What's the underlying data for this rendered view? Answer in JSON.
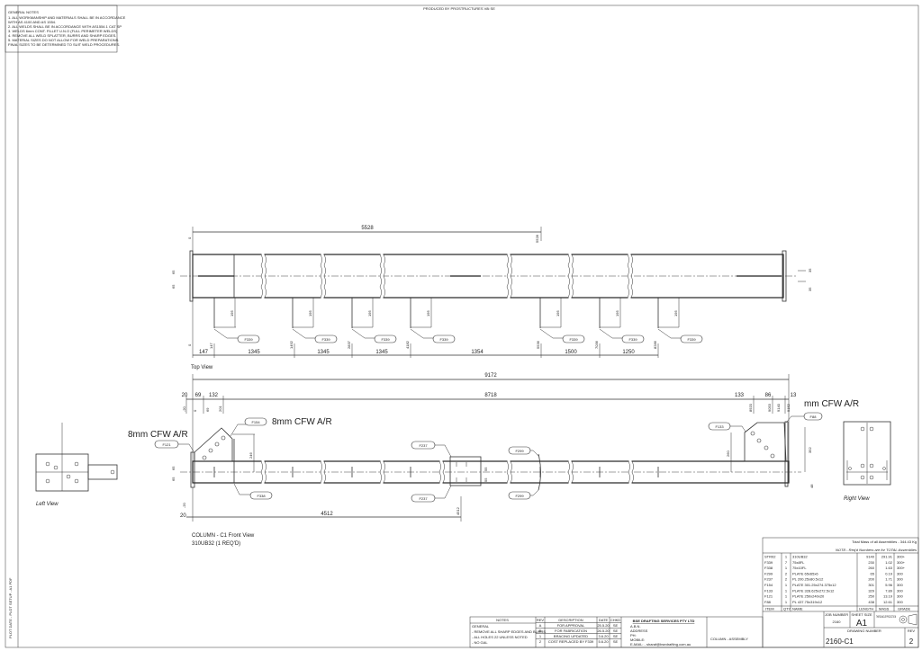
{
  "header": {
    "produced_by": "PRODUCED BY PROSTRUCTURES V8i SE"
  },
  "margin_text": "PLOT DATE - PLOT SETUP - A1 PDF",
  "general_notes": {
    "title": "GENERAL NOTES",
    "items": [
      "1.   ALL WORKMANSHIP AND MATERIALS SHALL BE IN ACCORDANCE",
      "      WITH AS 4100 AND AS 1554.",
      "2.   ALL WELDS SHALL BE IN ACCORDANCE WITH AS1554.1 CAT SP",
      "3.   WELDS 6mm CONT. FILLET U.N.O (FULL PERIMETER WELDS)",
      "4.   REMOVE ALL WELD SPLATTER, BURRS AND SHARP EDGES.",
      "5.   MATERIAL SIZES DO NOT ALLOW FOR WELD PREPARATIONS.",
      "      FINAL SIZES TO BE DETERMINED TO SUIT WELD PROCEDURES."
    ]
  },
  "top_view": {
    "label": "Top View",
    "overall": "5528",
    "overall_ord": "5528",
    "origin_ord": "0",
    "right_dims": [
      "35",
      "35"
    ],
    "left_dims": [
      "65",
      "65"
    ],
    "stiffener_height": "195",
    "part_mark": "F339",
    "ordinates": [
      "147",
      "1492",
      "2837",
      "4182",
      "5536",
      "7036",
      "8286"
    ],
    "spacings": [
      "147",
      "1345",
      "1345",
      "1345",
      "1354",
      "1500",
      "1250"
    ]
  },
  "front_view": {
    "title": "COLUMN - C1 Front View",
    "subtitle": "310UB32 (1 REQ'D)",
    "overall": "9172",
    "left_dims": [
      "20",
      "69",
      "132"
    ],
    "left_ords": [
      "-20",
      "0",
      "69",
      "201"
    ],
    "middle_dim": "8718",
    "right_dims": [
      "133",
      "86",
      "13"
    ],
    "right_ords": [
      "8920",
      "9053",
      "9140",
      "9152"
    ],
    "weld_left": "8mm CFW A/R",
    "weld_mid": "8mm CFW A/R",
    "weld_right": "mm CFW A/R",
    "parts": {
      "f121": "F121",
      "f154": "F154",
      "f338": "F338",
      "f237": "F237",
      "f299": "F299",
      "f133": "F133",
      "f88": "F88"
    },
    "dim_246": "246",
    "dim_260": "260",
    "dim_352": "352",
    "dim_48": "48",
    "splice_dims": [
      "55",
      "55"
    ],
    "web_dims": [
      "65",
      "65"
    ],
    "bottom_dims": [
      "20",
      "-20"
    ],
    "dim_4512": "4512",
    "ord_4512": "4512"
  },
  "left_view": {
    "label": "Left View"
  },
  "right_view": {
    "label": "Right View"
  },
  "bom": {
    "total_mass": "Total Mass of all Assemblies - 344.43 Kg",
    "note": "NOTE:- Req'd Numbers are for TOTAL Assemblies",
    "rows": [
      [
        "STR02",
        "1",
        "310UB32",
        "9140",
        "291.91",
        "300+"
      ],
      [
        "F339",
        "7",
        "75x8FL",
        "230",
        "1.02",
        "300+"
      ],
      [
        "F338",
        "1",
        "75x10FL",
        "260",
        "1.63",
        "300+"
      ],
      [
        "F299",
        "2",
        "PLATE 65x65x6",
        "65",
        "0.19",
        "300"
      ],
      [
        "F237",
        "2",
        "PL 200.25x80.5x12",
        "200",
        "1.71",
        "300"
      ],
      [
        "F154",
        "1",
        "PLATE 301.25x274.375x12",
        "301",
        "5.96",
        "300"
      ],
      [
        "F133",
        "1",
        "PLATE 328.625x272.5x12",
        "329",
        "7.89",
        "300"
      ],
      [
        "F121",
        "1",
        "PLATE 250x240x20",
        "250",
        "13.19",
        "300"
      ],
      [
        "F88",
        "1",
        "PL 437.75x319x12",
        "438",
        "12.61",
        "300"
      ]
    ],
    "headers": [
      "ITEM",
      "QTY",
      "NAME",
      "LENGTH",
      "MASS",
      "GRADE"
    ]
  },
  "title_block": {
    "job_number_label": "JOB NUMBER",
    "job_number": "2160",
    "sheet_size_label": "SHEET SIZE",
    "sheet_size": "A1",
    "projection_label": "THIRD ANGLE PROJECTION",
    "drawing_number_label": "DRAWING NUMBER",
    "drawing_number": "2160-C1",
    "rev_label": "REV",
    "rev": "2",
    "notes_title": "NOTES",
    "notes": [
      "GENERAL",
      "- REMOVE ALL SHARP EDGES AND BURRS",
      "- ALL HOLES 22 UNLESS NOTED",
      "- NO GAL"
    ],
    "rev_headers": [
      "REV",
      "DESCRIPTION",
      "DATE",
      "CHKD"
    ],
    "revisions": [
      [
        "A",
        "FOR APPROVAL",
        "25.5.20",
        "SE"
      ],
      [
        "B",
        "FOR FABRICATION",
        "26.5.20",
        "SE"
      ],
      [
        "1",
        "BRACING UPDATED",
        "3.6.20",
        "SE"
      ],
      [
        "2",
        "COST REPLACED BY F339",
        "5.6.20",
        "SE"
      ]
    ],
    "company": "BSE DRAFTING SERVICES PTY LTD",
    "company_lines": [
      "A.B.N.",
      "ADDRESS",
      "PH:",
      "MOBILE:",
      "E-MAIL: - sharaf@bsedrafting.com.au"
    ],
    "drawing_title": "COLUMN - ASSEMBLY"
  }
}
